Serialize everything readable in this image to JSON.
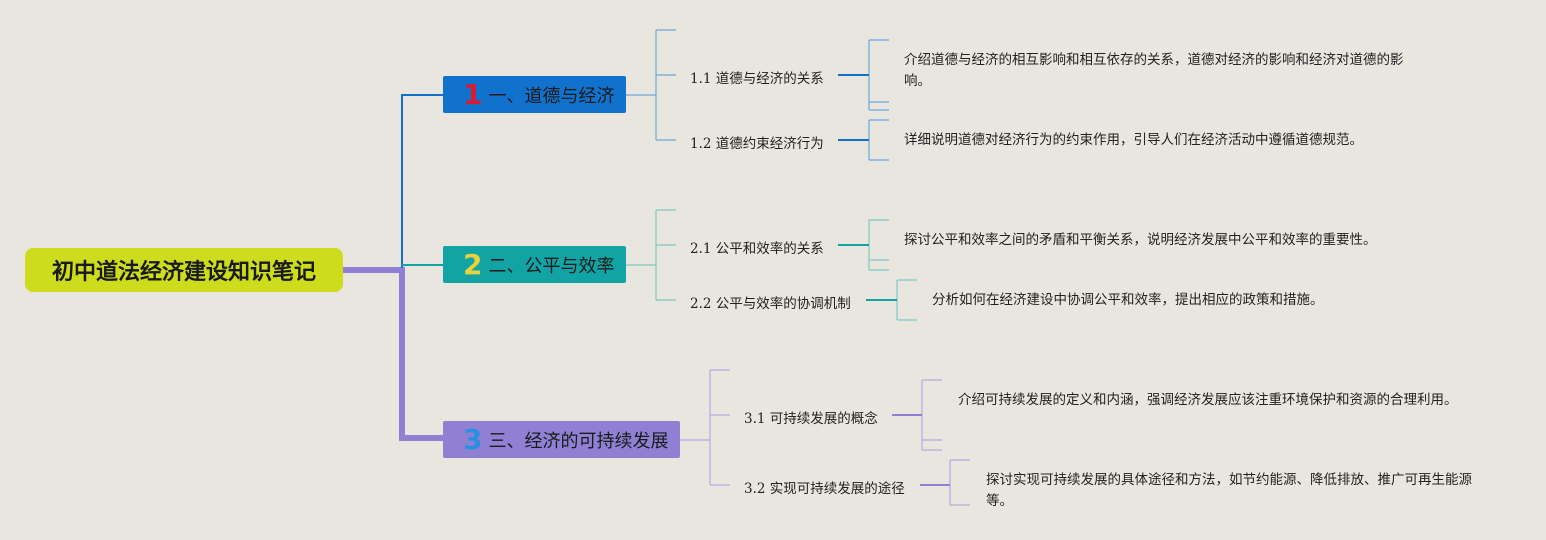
{
  "root": {
    "title": "初中道法经济建设知识笔记"
  },
  "branches": [
    {
      "number": "1",
      "title": "一、道德与经济",
      "color": "#1172cd",
      "num_color": "#d81b35",
      "subs": [
        {
          "title": "1.1 道德与经济的关系",
          "desc": "介绍道德与经济的相互影响和相互依存的关系，道德对经济的影响和经济对道德的影响。"
        },
        {
          "title": "1.2 道德约束经济行为",
          "desc": "详细说明道德对经济行为的约束作用，引导人们在经济活动中遵循道德规范。"
        }
      ]
    },
    {
      "number": "2",
      "title": "二、公平与效率",
      "color": "#12a4a4",
      "num_color": "#e9d23a",
      "subs": [
        {
          "title": "2.1 公平和效率的关系",
          "desc": "探讨公平和效率之间的矛盾和平衡关系，说明经济发展中公平和效率的重要性。"
        },
        {
          "title": "2.2 公平与效率的协调机制",
          "desc": "分析如何在经济建设中协调公平和效率，提出相应的政策和措施。"
        }
      ]
    },
    {
      "number": "3",
      "title": "三、经济的可持续发展",
      "color": "#9080d4",
      "num_color": "#2a8fe0",
      "subs": [
        {
          "title": "3.1 可持续发展的概念",
          "desc": "介绍可持续发展的定义和内涵，强调经济发展应该注重环境保护和资源的合理利用。"
        },
        {
          "title": "3.2 实现可持续发展的途径",
          "desc": "探讨实现可持续发展的具体途径和方法，如节约能源、降低排放、推广可再生能源等。"
        }
      ]
    }
  ]
}
